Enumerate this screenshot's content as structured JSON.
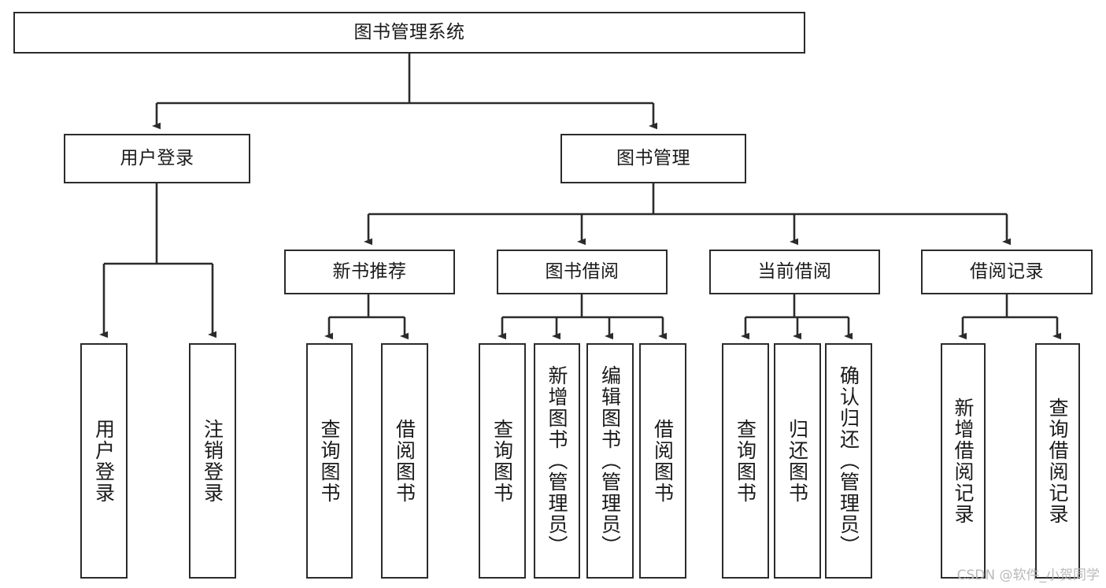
{
  "diagram": {
    "title": "图书管理系统",
    "type": "hierarchy-tree",
    "watermark": "CSDN @软件_小贺同学",
    "colors": {
      "background": "#ffffff",
      "box_border": "#2b2b2b",
      "connector": "#2b2b2b",
      "text": "#1a1a1a",
      "watermark": "#b9b9b9"
    },
    "nodes": {
      "root": {
        "label": "图书管理系统",
        "level": 1,
        "orientation": "horizontal"
      },
      "user_login": {
        "label": "用户登录",
        "level": 2,
        "orientation": "horizontal"
      },
      "book_manage": {
        "label": "图书管理",
        "level": 2,
        "orientation": "horizontal"
      },
      "new_book_rec": {
        "label": "新书推荐",
        "level": 3,
        "orientation": "horizontal"
      },
      "book_borrow": {
        "label": "图书借阅",
        "level": 3,
        "orientation": "horizontal"
      },
      "current_borrow": {
        "label": "当前借阅",
        "level": 3,
        "orientation": "horizontal"
      },
      "borrow_record": {
        "label": "借阅记录",
        "level": 3,
        "orientation": "horizontal"
      },
      "leaf_user_login": {
        "label": "用户登录",
        "level": 4,
        "orientation": "vertical"
      },
      "leaf_logout": {
        "label": "注销登录",
        "level": 4,
        "orientation": "vertical"
      },
      "leaf_query_book_1": {
        "label": "查询图书",
        "level": 4,
        "orientation": "vertical"
      },
      "leaf_borrow_book_1": {
        "label": "借阅图书",
        "level": 4,
        "orientation": "vertical"
      },
      "leaf_query_book_2": {
        "label": "查询图书",
        "level": 4,
        "orientation": "vertical"
      },
      "leaf_add_book": {
        "label": "新增图书（管理员）",
        "level": 4,
        "orientation": "vertical"
      },
      "leaf_edit_book": {
        "label": "编辑图书（管理员）",
        "level": 4,
        "orientation": "vertical"
      },
      "leaf_borrow_book_2": {
        "label": "借阅图书",
        "level": 4,
        "orientation": "vertical"
      },
      "leaf_query_book_3": {
        "label": "查询图书",
        "level": 4,
        "orientation": "vertical"
      },
      "leaf_return_book": {
        "label": "归还图书",
        "level": 4,
        "orientation": "vertical"
      },
      "leaf_confirm_return": {
        "label": "确认归还（管理员）",
        "level": 4,
        "orientation": "vertical"
      },
      "leaf_add_record": {
        "label": "新增借阅记录",
        "level": 4,
        "orientation": "vertical"
      },
      "leaf_query_record": {
        "label": "查询借阅记录",
        "level": 4,
        "orientation": "vertical"
      }
    },
    "edges": [
      {
        "from": "root",
        "to": "user_login"
      },
      {
        "from": "root",
        "to": "book_manage"
      },
      {
        "from": "user_login",
        "to": "leaf_user_login"
      },
      {
        "from": "user_login",
        "to": "leaf_logout"
      },
      {
        "from": "book_manage",
        "to": "new_book_rec"
      },
      {
        "from": "book_manage",
        "to": "book_borrow"
      },
      {
        "from": "book_manage",
        "to": "current_borrow"
      },
      {
        "from": "book_manage",
        "to": "borrow_record"
      },
      {
        "from": "new_book_rec",
        "to": "leaf_query_book_1"
      },
      {
        "from": "new_book_rec",
        "to": "leaf_borrow_book_1"
      },
      {
        "from": "book_borrow",
        "to": "leaf_query_book_2"
      },
      {
        "from": "book_borrow",
        "to": "leaf_add_book"
      },
      {
        "from": "book_borrow",
        "to": "leaf_edit_book"
      },
      {
        "from": "book_borrow",
        "to": "leaf_borrow_book_2"
      },
      {
        "from": "current_borrow",
        "to": "leaf_query_book_3"
      },
      {
        "from": "current_borrow",
        "to": "leaf_return_book"
      },
      {
        "from": "current_borrow",
        "to": "leaf_confirm_return"
      },
      {
        "from": "borrow_record",
        "to": "leaf_add_record"
      },
      {
        "from": "borrow_record",
        "to": "leaf_query_record"
      }
    ]
  }
}
